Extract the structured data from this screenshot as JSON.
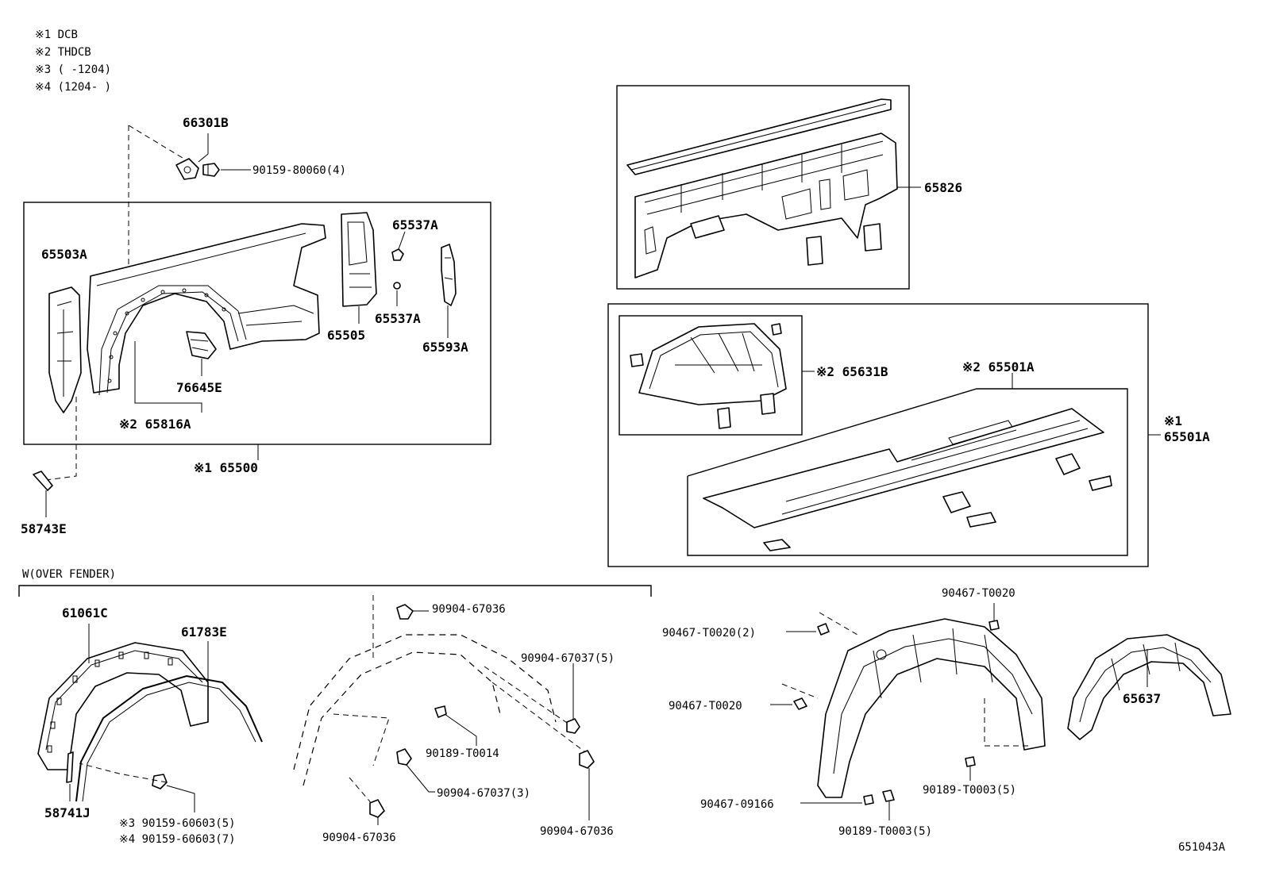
{
  "notes": [
    "※1 DCB",
    "※2 THDCB",
    "※3 (     -1204)",
    "※4 (1204-     )"
  ],
  "section_label": "W(OVER FENDER)",
  "diagram_id": "651043A",
  "parts": {
    "p66301B": "66301B",
    "p90159_80060": "90159-80060(4)",
    "p65503A": "65503A",
    "p65537A_top": "65537A",
    "p65537A_bot": "65537A",
    "p65505": "65505",
    "p65593A": "65593A",
    "p76645E": "76645E",
    "p65816A": "※2 65816A",
    "p65500": "※1 65500",
    "p58743E": "58743E",
    "p65826": "65826",
    "p65631B": "※2 65631B",
    "p65501A_inner": "※2 65501A",
    "p65501A_note": "※1",
    "p65501A_outer": "65501A",
    "p61061C": "61061C",
    "p61783E": "61783E",
    "p58741J": "58741J",
    "p90159_60603_5": "※3 90159-60603(5)",
    "p90159_60603_7": "※4 90159-60603(7)",
    "p90904_67036_a": "90904-67036",
    "p90904_67037_5": "90904-67037(5)",
    "p90189_T0014": "90189-T0014",
    "p90904_67037_3": "90904-67037(3)",
    "p90904_67036_b": "90904-67036",
    "p90904_67036_c": "90904-67036",
    "p90467_T0020_top": "90467-T0020",
    "p90467_T0020_2": "90467-T0020(2)",
    "p90467_T0020_mid": "90467-T0020",
    "p90467_09166": "90467-09166",
    "p90189_T0003_5a": "90189-T0003(5)",
    "p90189_T0003_5b": "90189-T0003(5)",
    "p65637": "65637"
  }
}
